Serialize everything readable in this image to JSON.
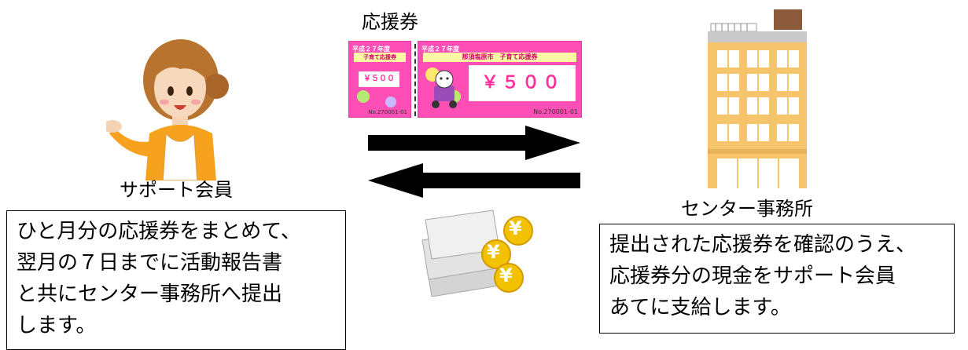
{
  "voucher": {
    "title": "応援券",
    "stub": {
      "year": "平成２７年度",
      "name": "子育て応援券",
      "amount": "￥５００",
      "serial": "No.270001-01"
    },
    "main": {
      "year": "平成２７年度",
      "name": "那須塩原市　子育て応援券",
      "amount": "￥５００",
      "serial": "No.270001-01"
    }
  },
  "member": {
    "label": "サポート会員"
  },
  "office": {
    "label": "センター事務所"
  },
  "left_note": {
    "lines": [
      "ひと月分の応援券をまとめて、",
      "翌月の７日までに活動報告書",
      "と共にセンター事務所へ提出",
      "します。"
    ]
  },
  "right_note": {
    "lines": [
      "提出された応援券を確認のうえ、",
      "応援券分の現金をサポート会員",
      "あてに支給します。"
    ]
  },
  "money": {
    "coin_symbol": "¥"
  },
  "colors": {
    "ticket_pink": "#ff4fb6",
    "building": "#f6c46c",
    "coin": "#f2c200",
    "arrow": "#000000"
  }
}
